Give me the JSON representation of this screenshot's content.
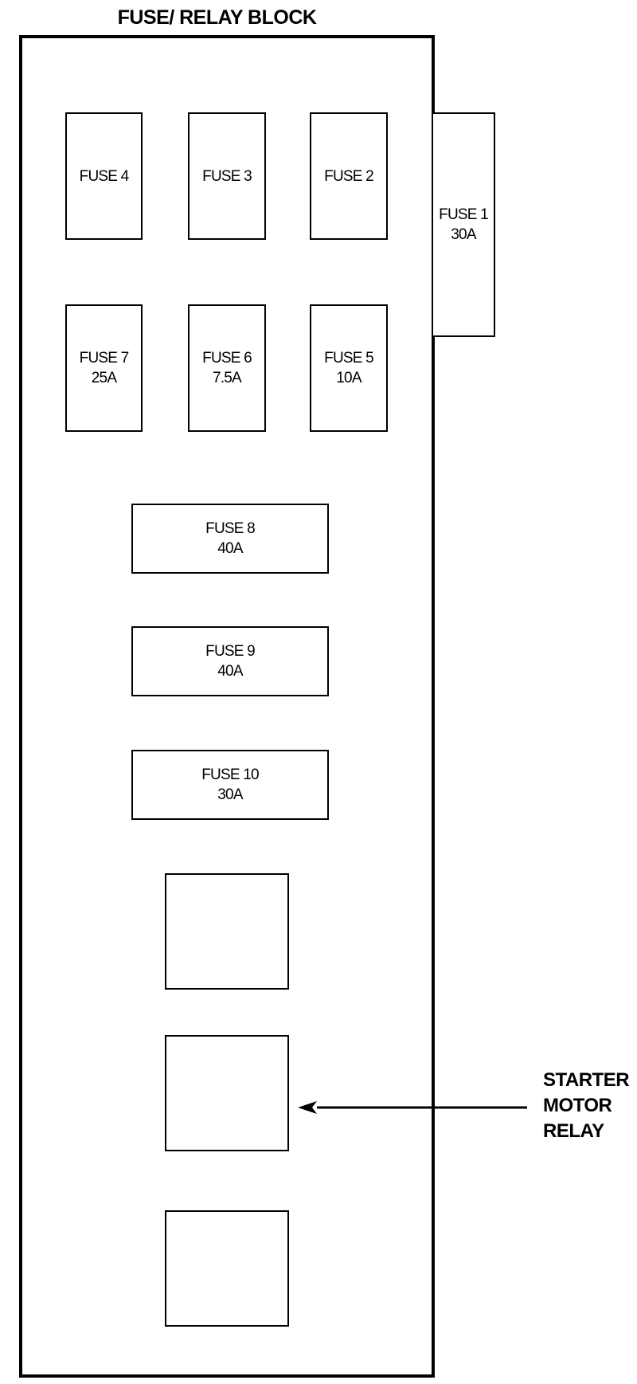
{
  "title": "FUSE/ RELAY BLOCK",
  "fuses": {
    "fuse1": {
      "name": "FUSE 1",
      "rating": "30A"
    },
    "fuse2": {
      "name": "FUSE 2",
      "rating": ""
    },
    "fuse3": {
      "name": "FUSE 3",
      "rating": ""
    },
    "fuse4": {
      "name": "FUSE 4",
      "rating": ""
    },
    "fuse5": {
      "name": "FUSE 5",
      "rating": "10A"
    },
    "fuse6": {
      "name": "FUSE 6",
      "rating": "7.5A"
    },
    "fuse7": {
      "name": "FUSE 7",
      "rating": "25A"
    },
    "fuse8": {
      "name": "FUSE 8",
      "rating": "40A"
    },
    "fuse9": {
      "name": "FUSE 9",
      "rating": "40A"
    },
    "fuse10": {
      "name": "FUSE 10",
      "rating": "30A"
    }
  },
  "relay_callout": {
    "line1": "STARTER",
    "line2": "MOTOR",
    "line3": "RELAY"
  }
}
